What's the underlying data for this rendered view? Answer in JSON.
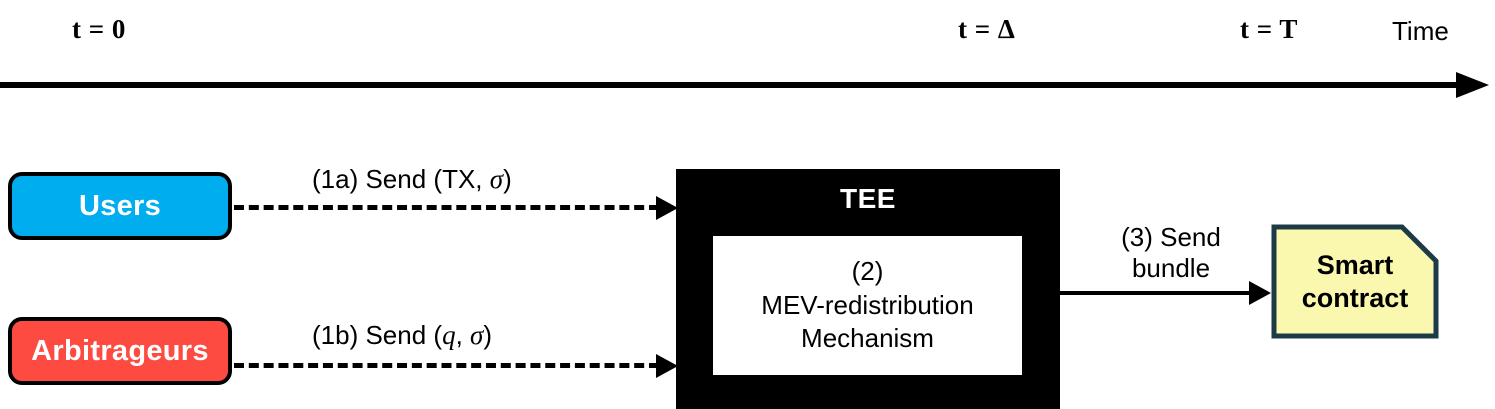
{
  "timeline": {
    "labels": [
      {
        "text": "t = 0",
        "style": "bold-math"
      },
      {
        "text": "t = Δ",
        "style": "bold-math"
      },
      {
        "text": "t = T",
        "style": "bold-math"
      },
      {
        "text": "Time",
        "style": "plain"
      }
    ],
    "axis_icon": "right-arrow-icon"
  },
  "actors": {
    "users": {
      "label": "Users",
      "fill": "#00AEEF",
      "text_color": "#FFFFFF",
      "border_color": "#000000"
    },
    "arbitrageurs": {
      "label": "Arbitrageurs",
      "fill": "#FD4B41",
      "text_color": "#FFFFFF",
      "border_color": "#000000"
    }
  },
  "flows": {
    "flow_1a": {
      "prefix": "(1a) Send (TX, ",
      "variable": "σ",
      "suffix": ")",
      "style": "dashed",
      "arrow_icon": "arrowhead-right-icon"
    },
    "flow_1b": {
      "prefix": "(1b) Send (",
      "variable": "q",
      "separator": ", ",
      "variable2": "σ",
      "suffix": ")",
      "style": "dashed",
      "arrow_icon": "arrowhead-right-icon"
    },
    "flow_3": {
      "line1": "(3) Send",
      "line2": "bundle",
      "style": "solid",
      "arrow_icon": "arrowhead-right-icon"
    }
  },
  "tee": {
    "title": "TEE",
    "fill": "#000000",
    "title_color": "#FFFFFF",
    "inner": {
      "line1": "(2)",
      "line2": "MEV-redistribution",
      "line3": "Mechanism",
      "fill": "#FFFFFF",
      "text_color": "#000000"
    }
  },
  "smart_contract": {
    "line1": "Smart",
    "line2": "contract",
    "fill": "#FAF7AE",
    "border_color": "#1B3A४4",
    "stroke": "#1D3B47",
    "shape": "document-folded-corner"
  }
}
